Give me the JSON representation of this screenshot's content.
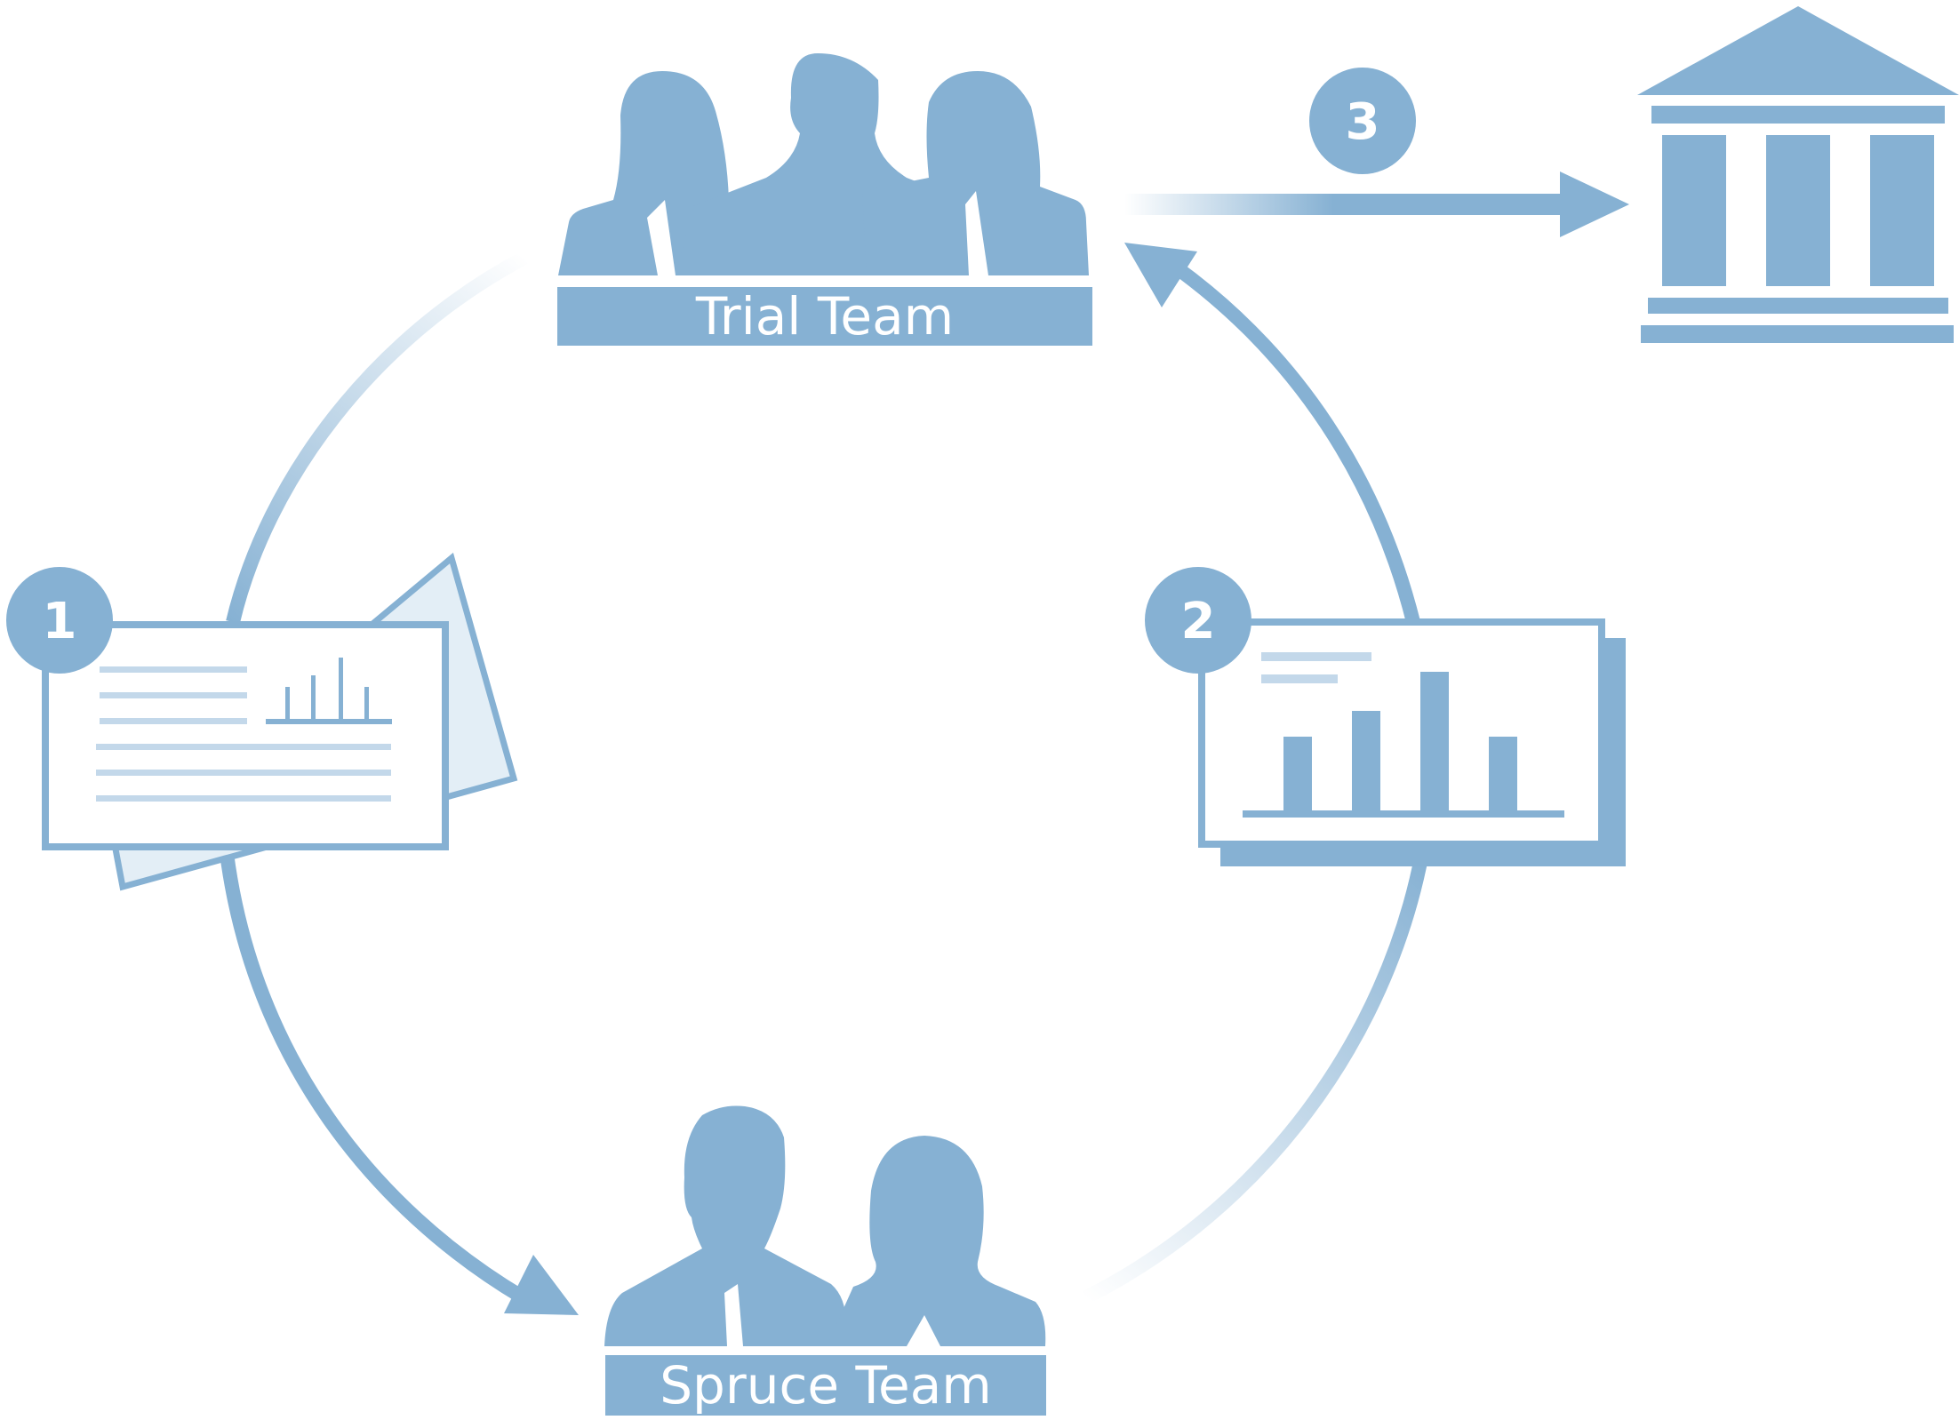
{
  "diagram": {
    "colors": {
      "accent": "#86b1d3",
      "light": "#c3d8ea",
      "paper": "#e3eef6",
      "background": "#ffffff"
    },
    "nodes": {
      "trial_team": {
        "label": "Trial Team",
        "icon": "group-of-three-people-icon"
      },
      "spruce_team": {
        "label": "Spruce Team",
        "icon": "group-of-two-people-icon"
      },
      "institution": {
        "icon": "government-building-icon"
      },
      "document": {
        "icon": "document-with-chart-icon"
      },
      "report": {
        "icon": "bar-chart-report-icon"
      }
    },
    "steps": [
      {
        "number": "1"
      },
      {
        "number": "2"
      },
      {
        "number": "3"
      }
    ]
  }
}
